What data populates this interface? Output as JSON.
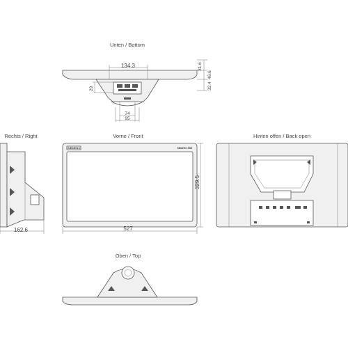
{
  "views": {
    "bottom": "Unten / Bottom",
    "right": "Rechts / Right",
    "front": "Vorne / Front",
    "back": "Hinten offen / Back open",
    "top": "Oben / Top"
  },
  "dimensions": {
    "d134_3": "134.3",
    "d31_6": "31.6",
    "d32_4": "32.4",
    "d46_6": "46.6",
    "d29": "29",
    "d74": "74",
    "d95": "95",
    "d329_5": "329.5",
    "d527": "527",
    "d162_6": "162.6"
  },
  "device": {
    "brand": "SIEMENS",
    "model": "SIMATIC HMI"
  }
}
